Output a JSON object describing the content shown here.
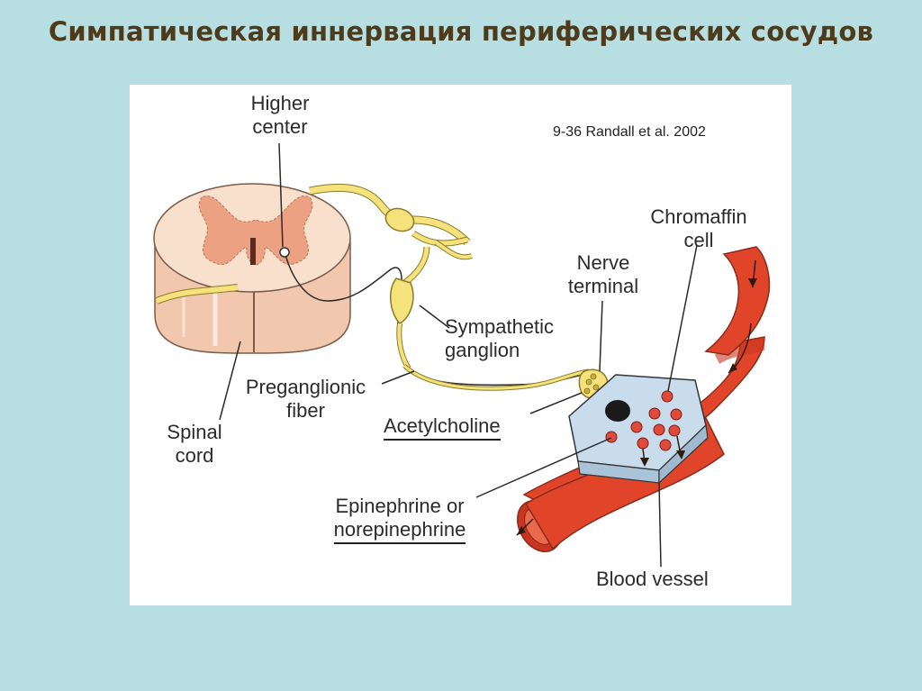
{
  "slide": {
    "title": "Симпатическая иннервация периферических сосудов"
  },
  "figure": {
    "citation": "9-36  Randall et al. 2002",
    "labels": {
      "higher_center_1": "Higher",
      "higher_center_2": "center",
      "chromaffin_1": "Chromaffin",
      "chromaffin_2": "cell",
      "nerve_terminal_1": "Nerve",
      "nerve_terminal_2": "terminal",
      "sympathetic_ganglion_1": "Sympathetic",
      "sympathetic_ganglion_2": "ganglion",
      "preganglionic_1": "Preganglionic",
      "preganglionic_2": "fiber",
      "acetylcholine": "Acetylcholine",
      "spinal_cord_1": "Spinal",
      "spinal_cord_2": "cord",
      "epinephrine_1": "Epinephrine or",
      "epinephrine_2": "norepinephrine",
      "blood_vessel": "Blood vessel"
    },
    "colors": {
      "cord_fill": "#f6d9c4",
      "grey_matter": "#ec9f7e",
      "nerve": "#f5e27a",
      "nerve_edge": "#8a7a2a",
      "vessel": "#e0452a",
      "vessel_dark": "#b8321c",
      "cell": "#c9dcec",
      "vesicle": "#e04a3a"
    }
  }
}
